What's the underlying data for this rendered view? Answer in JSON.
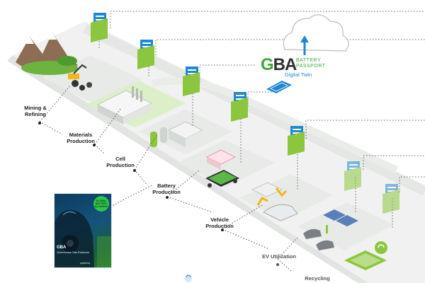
{
  "stages": [
    {
      "id": "mining",
      "label": "Mining &\nRefining"
    },
    {
      "id": "materials",
      "label": "Materials\nProduction"
    },
    {
      "id": "cell",
      "label": "Cell\nProduction"
    },
    {
      "id": "battery",
      "label": "Battery\nProduction"
    },
    {
      "id": "vehicle",
      "label": "Vehicle\nProduction"
    },
    {
      "id": "ev",
      "label": "EV Utilization"
    },
    {
      "id": "recycling",
      "label": "Recycling"
    }
  ],
  "logo": {
    "mark": "GBA",
    "sub": "BATTERY\nPASSPORT",
    "caption": "Digital Twin"
  },
  "report": {
    "badge": "GLOBAL\nBATTERY\nALLIANCE",
    "brand": "GBA",
    "title": "Greenhouse Gas Rulebook",
    "publisher": "systemiq"
  },
  "colors": {
    "accent_green": "#3aa935",
    "folder_green": "#8cc63f",
    "doc_blue": "#1e88d0",
    "platform": "#eef0ee",
    "platform_edge": "#d9dcd9"
  },
  "icons": [
    "cloud-upload-icon",
    "data-card-icon",
    "document-folder-icon",
    "battery-icon",
    "recycle-icon"
  ]
}
